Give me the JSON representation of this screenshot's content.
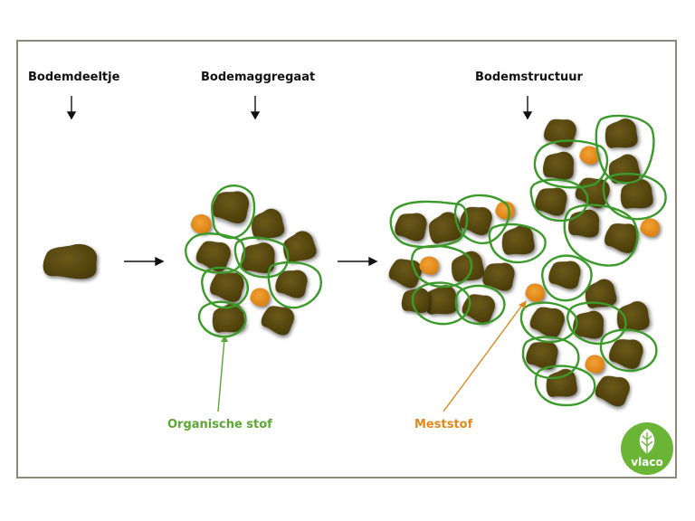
{
  "headings": {
    "particle": "Bodemdeeltje",
    "aggregate": "Bodemaggregaat",
    "structure": "Bodemstructuur"
  },
  "captions": {
    "organic": "Organische stof",
    "fertilizer": "Meststof"
  },
  "logo": {
    "text": "vlaco"
  },
  "colors": {
    "particle": "#5b4a12",
    "particle_dark": "#3f330b",
    "organic_outline": "#3c9a2a",
    "fertilizer": "#e8921c",
    "organic_caption": "#5aa832",
    "fertilizer_caption": "#e0891c",
    "logo_green": "#6bb536",
    "frame": "#8a8a7a"
  }
}
